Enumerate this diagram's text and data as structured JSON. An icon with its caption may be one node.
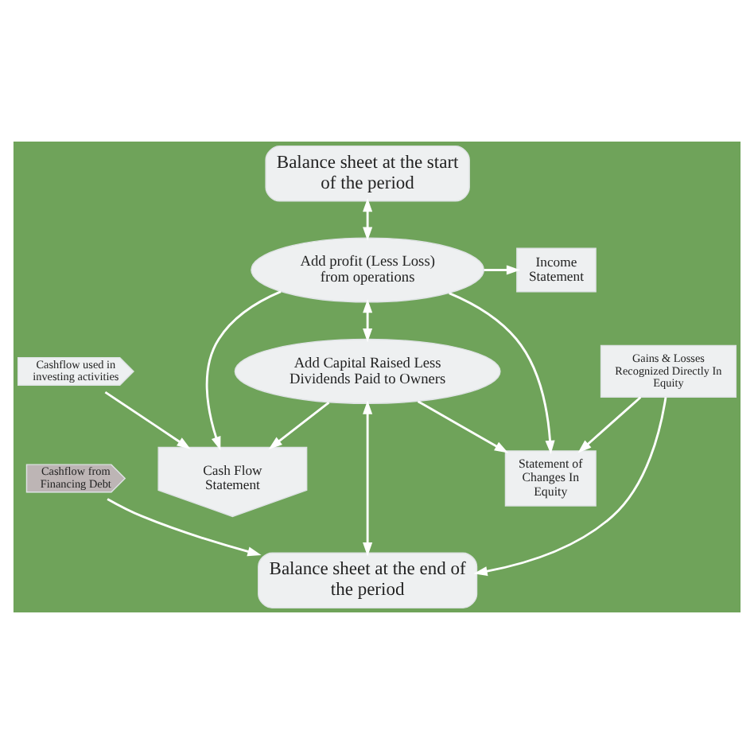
{
  "diagram": {
    "nodes": [
      {
        "text": [
          "Balance sheet at the start of the period"
        ]
      },
      {
        "text": [
          "Income Statement"
        ]
      },
      {
        "text": [
          "Add profit (Less Loss) from operations"
        ]
      },
      {
        "text": [
          "Cash Flow Statement"
        ]
      },
      {
        "text": [
          "Statement of Changes In Equity"
        ]
      },
      {
        "text": [
          "Add Capital Raised Less Dividends Paid to Owners"
        ]
      },
      {
        "text": [
          "Gains & Losses Recognized Directly In Equity"
        ]
      },
      {
        "text": [
          "Cashflow used in investing activities"
        ]
      },
      {
        "text": [
          "Cashflow from Financing Debt"
        ]
      },
      {
        "text": [
          "Balance sheet at the end of the period"
        ]
      }
    ],
    "edges": [
      {
        "from": 0,
        "to": 2,
        "arrow": "both"
      },
      {
        "from": 2,
        "to": 1,
        "arrow": "to"
      },
      {
        "from": 2,
        "to": 3,
        "arrow": "to"
      },
      {
        "from": 2,
        "to": 4,
        "arrow": "to"
      },
      {
        "from": 2,
        "to": 5,
        "arrow": "both"
      },
      {
        "from": 5,
        "to": 4,
        "arrow": "to"
      },
      {
        "from": 5,
        "to": 3,
        "arrow": "to"
      },
      {
        "from": 6,
        "to": 4,
        "arrow": "to"
      },
      {
        "from": 6,
        "to": 9,
        "arrow": "to"
      },
      {
        "from": 5,
        "to": 9,
        "arrow": "both"
      },
      {
        "from": 7,
        "to": 3,
        "arrow": "to"
      },
      {
        "from": 8,
        "to": 9,
        "arrow": "to"
      }
    ]
  }
}
